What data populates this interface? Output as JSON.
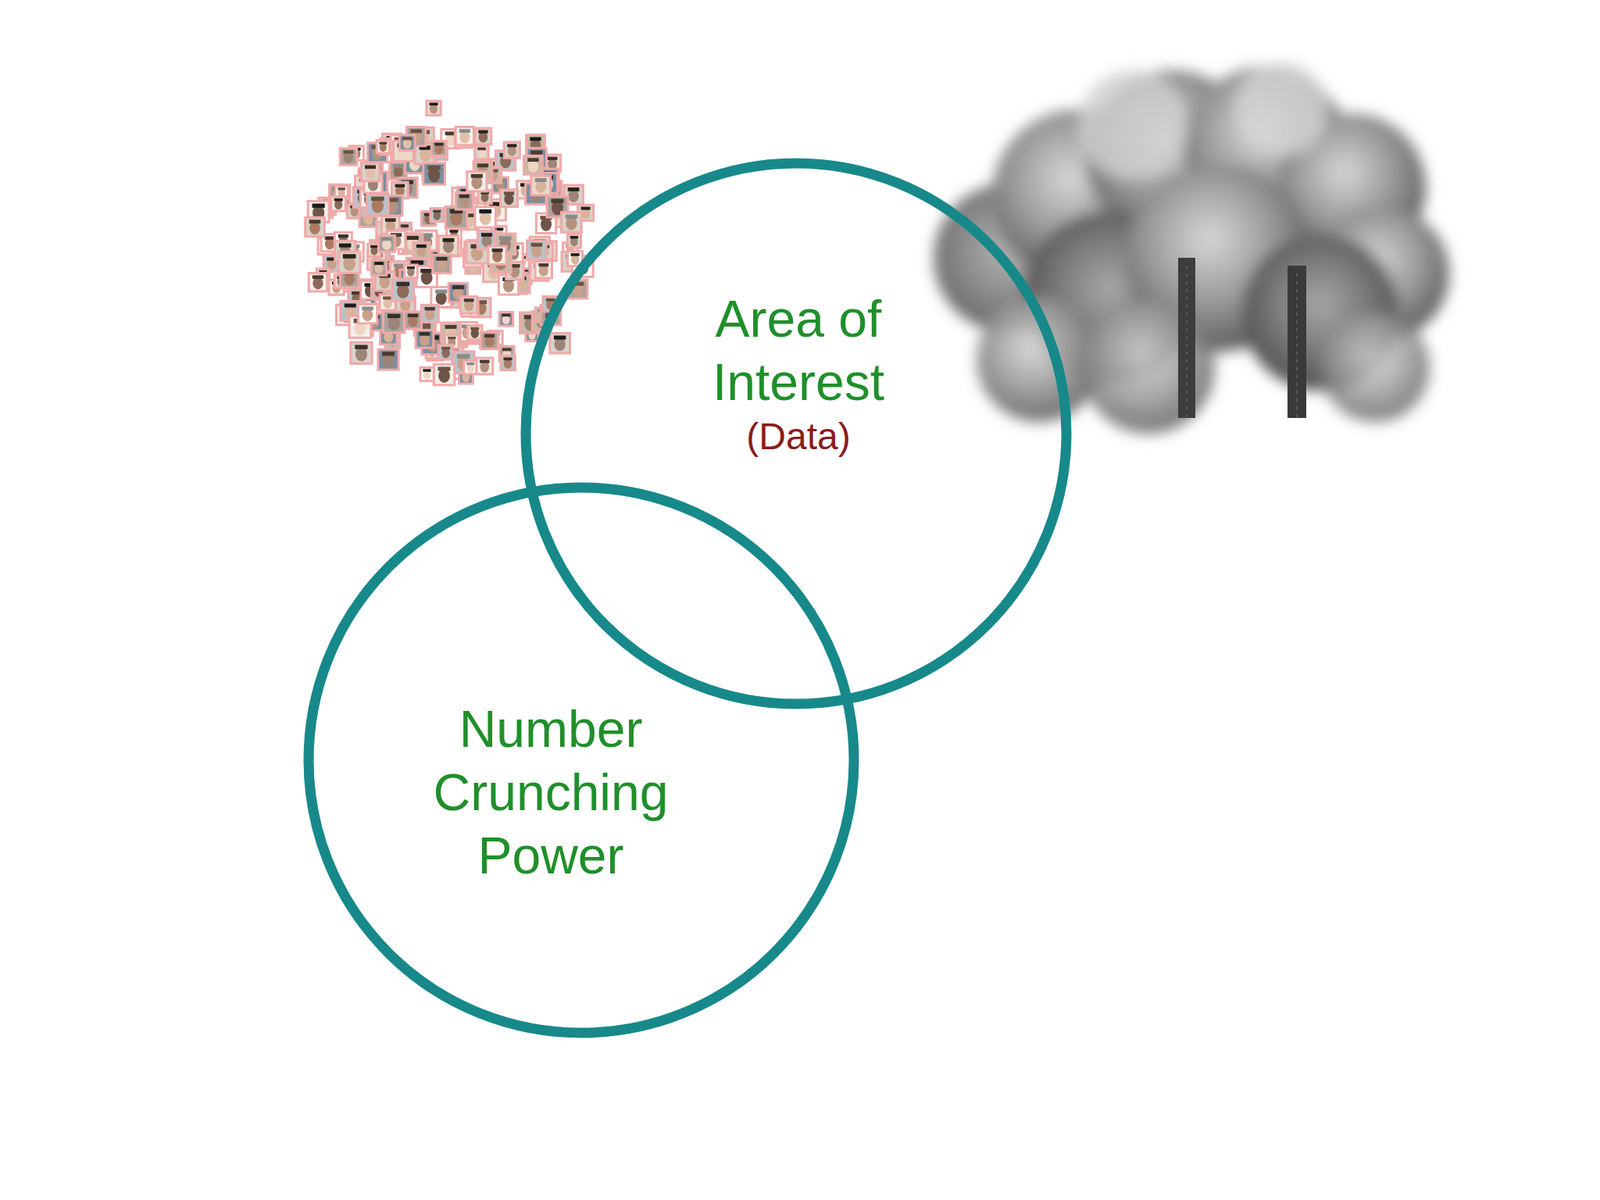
{
  "diagram": {
    "nodes": [
      {
        "text": [
          "Area of Interest",
          "(Data)"
        ]
      },
      {
        "text": [
          "Number Crunching Power"
        ]
      }
    ]
  }
}
